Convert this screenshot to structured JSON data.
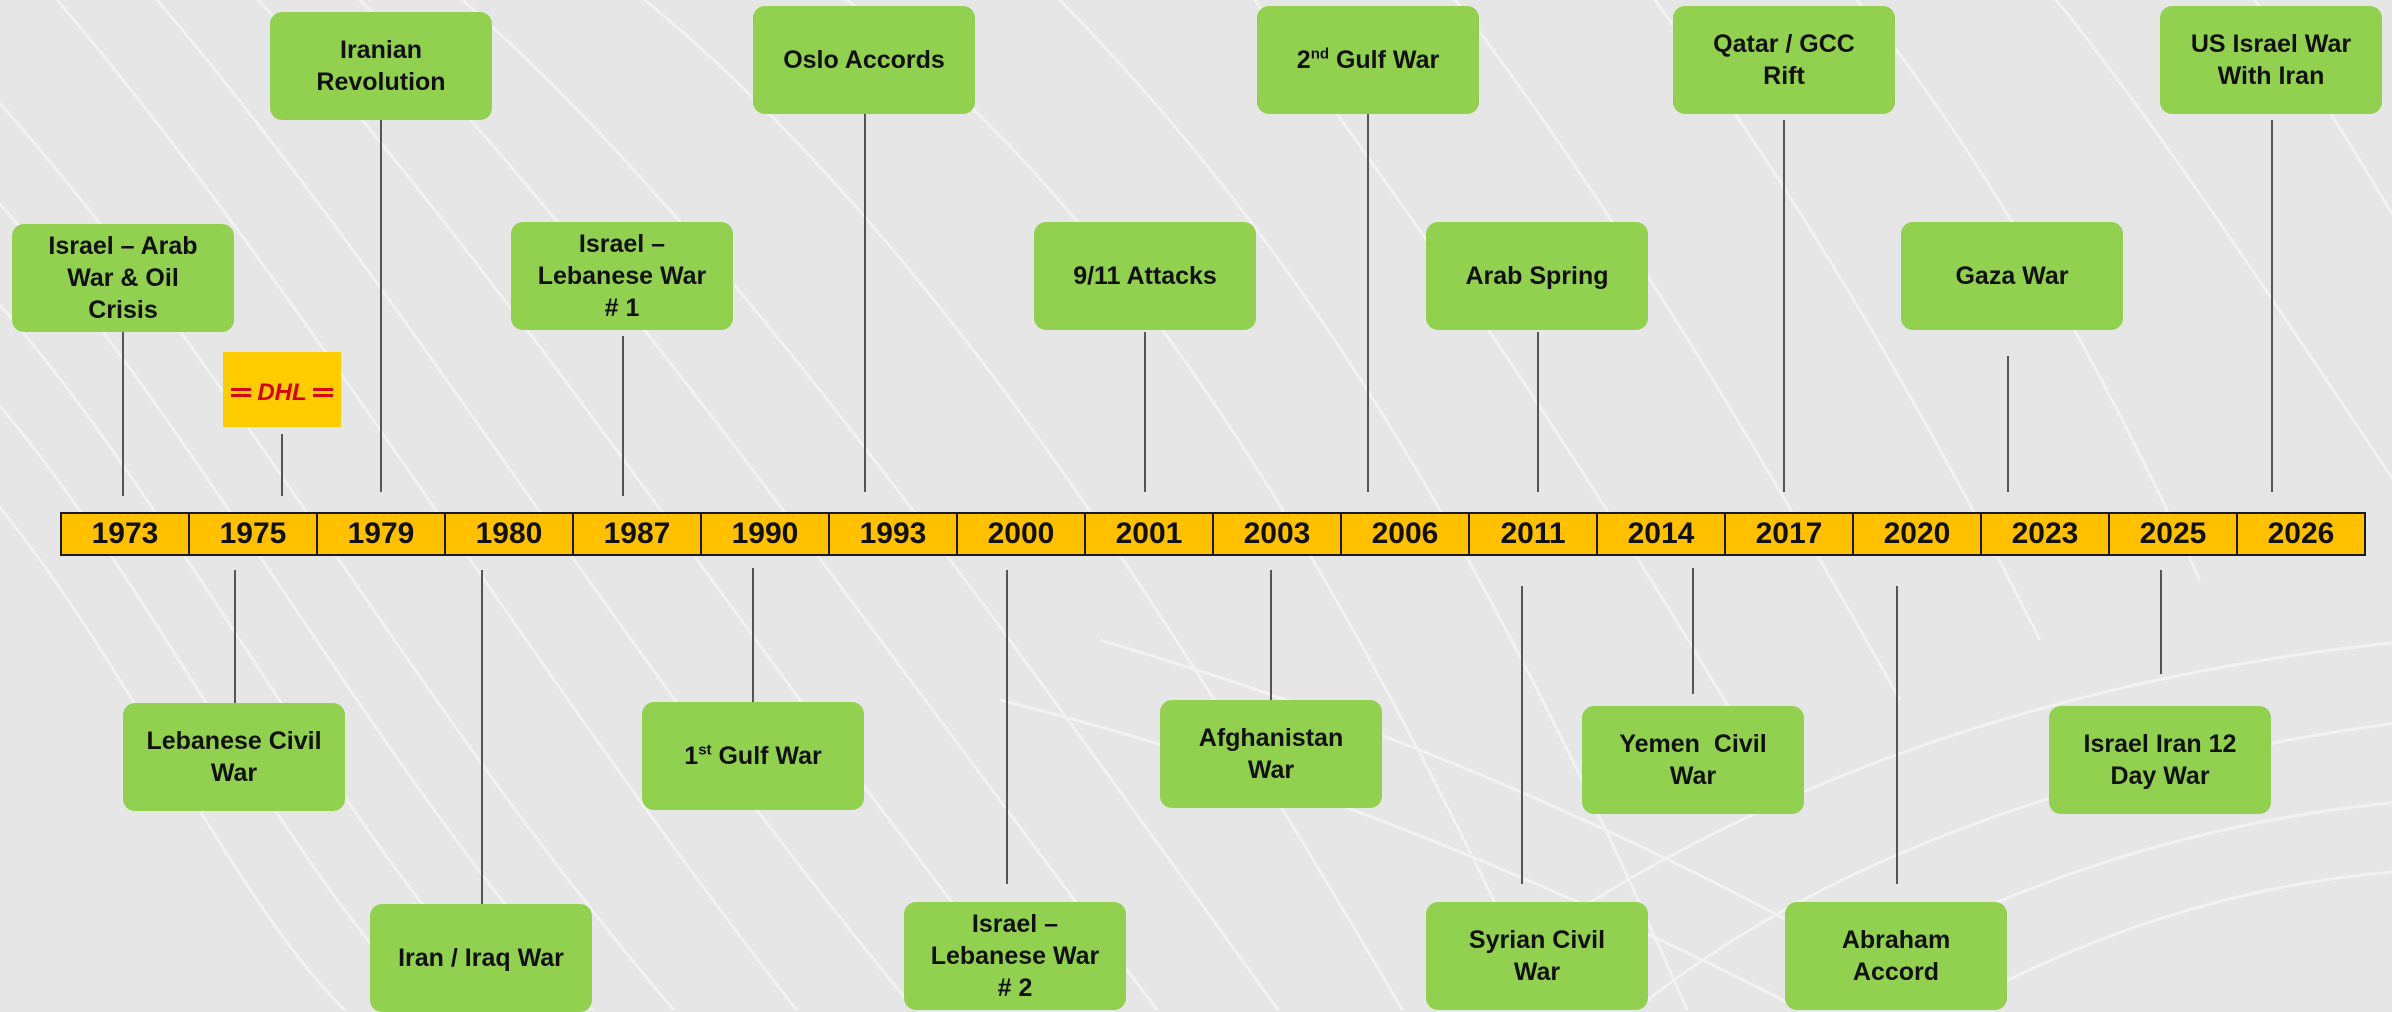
{
  "timeline": {
    "years": [
      "1973",
      "1975",
      "1979",
      "1980",
      "1987",
      "1990",
      "1993",
      "2000",
      "2001",
      "2003",
      "2006",
      "2011",
      "2014",
      "2017",
      "2020",
      "2023",
      "2025",
      "2026"
    ]
  },
  "events_above": {
    "israel_arab_war": [
      "Israel – Arab",
      "War & Oil",
      "Crisis"
    ],
    "iranian_revolution": [
      "Iranian",
      "Revolution"
    ],
    "israel_lebanese_war_1": [
      "Israel –",
      "Lebanese War",
      "# 1"
    ],
    "oslo_accords": "Oslo Accords",
    "attacks_911": "9/11 Attacks",
    "gulf_war_2": {
      "ordinal": "2",
      "ordinal_suffix": "nd",
      "label": " Gulf War"
    },
    "arab_spring": "Arab Spring",
    "qatar_gcc_rift": [
      "Qatar / GCC",
      "Rift"
    ],
    "gaza_war": "Gaza War",
    "us_israel_war_iran": [
      "US Israel War",
      "With Iran"
    ]
  },
  "events_below": {
    "lebanese_civil_war": [
      "Lebanese Civil",
      "War"
    ],
    "iran_iraq_war": "Iran / Iraq War",
    "gulf_war_1": {
      "ordinal": "1",
      "ordinal_suffix": "st",
      "label": " Gulf War"
    },
    "israel_lebanese_war_2": [
      "Israel –",
      "Lebanese War",
      "# 2"
    ],
    "afghanistan_war": [
      "Afghanistan",
      "War"
    ],
    "syrian_civil_war": [
      "Syrian Civil",
      "War"
    ],
    "yemen_civil_war": [
      "Yemen  Civil",
      "War"
    ],
    "abraham_accord": [
      "Abraham",
      "Accord"
    ],
    "israel_iran_12_day_war": [
      "Israel Iran 12",
      "Day War"
    ]
  },
  "logo": {
    "text": "DHL",
    "background": "#ffcc00",
    "text_color": "#d40511"
  },
  "colors": {
    "box": "#92d050",
    "year_bar": "#ffc000",
    "connector": "#555555",
    "background": "#e6e6e6"
  }
}
